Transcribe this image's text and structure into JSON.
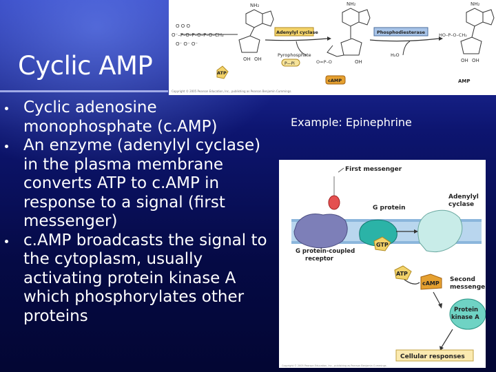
{
  "slide": {
    "title": "Cyclic AMP",
    "bullets": [
      "Cyclic adenosine monophosphate (c.AMP)",
      "An enzyme (adenylyl cyclase) in the plasma membrane converts ATP to c.AMP in response to a signal (first messenger)",
      "c.AMP broadcasts the signal to the cytoplasm, usually activating protein kinase A which phosphorylates other proteins"
    ],
    "example": "Example: Epinephrine"
  },
  "reaction_figure": {
    "enzyme1": "Adenylyl cyclase",
    "enzyme2": "Phosphodiesterase",
    "byproduct": "Pyrophosphate",
    "ppi": "P—Pi",
    "water": "H₂O",
    "atp": "ATP",
    "camp": "cAMP",
    "amp": "AMP",
    "nh2": "NH₂",
    "oh": "OH",
    "copyright": "Copyright © 2005 Pearson Education, Inc., publishing as Pearson Benjamin Cummings."
  },
  "pathway_figure": {
    "first_messenger": "First messenger",
    "g_protein": "G protein",
    "adenylyl_cyclase_1": "Adenylyl",
    "adenylyl_cyclase_2": "cyclase",
    "gpcr_1": "G protein-coupled",
    "gpcr_2": "receptor",
    "gtp": "GTP",
    "atp": "ATP",
    "camp": "cAMP",
    "second_messenger_1": "Second",
    "second_messenger_2": "messenger",
    "pka_1": "Protein",
    "pka_2": "kinase A",
    "cellular_responses": "Cellular responses",
    "copyright": "Copyright © 2005 Pearson Education, Inc., publishing as Pearson Benjamin Cummings."
  }
}
